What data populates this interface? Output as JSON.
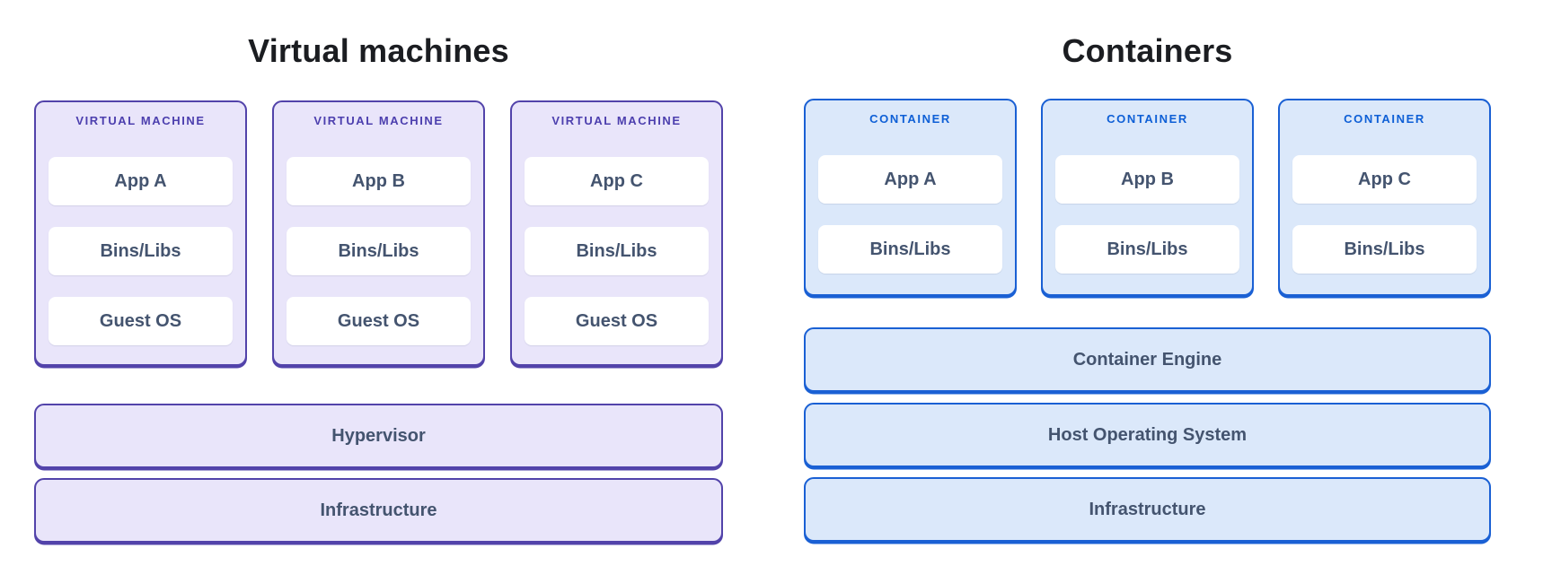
{
  "colors": {
    "purple_fill": "#E9E5FA",
    "purple_border": "#5243AA",
    "purple_label": "#4C3FAE",
    "blue_fill": "#DBE8FA",
    "blue_border": "#1A60D4",
    "blue_label": "#0E5FD6",
    "inner_text": "#44546F",
    "title_text": "#1B1D21"
  },
  "left": {
    "title": "Virtual machines",
    "boxes": [
      {
        "header": "VIRTUAL MACHINE",
        "rows": [
          "App A",
          "Bins/Libs",
          "Guest OS"
        ]
      },
      {
        "header": "VIRTUAL MACHINE",
        "rows": [
          "App B",
          "Bins/Libs",
          "Guest OS"
        ]
      },
      {
        "header": "VIRTUAL MACHINE",
        "rows": [
          "App C",
          "Bins/Libs",
          "Guest OS"
        ]
      }
    ],
    "bars": [
      "Hypervisor",
      "Infrastructure"
    ]
  },
  "right": {
    "title": "Containers",
    "boxes": [
      {
        "header": "CONTAINER",
        "rows": [
          "App A",
          "Bins/Libs"
        ]
      },
      {
        "header": "CONTAINER",
        "rows": [
          "App B",
          "Bins/Libs"
        ]
      },
      {
        "header": "CONTAINER",
        "rows": [
          "App C",
          "Bins/Libs"
        ]
      }
    ],
    "bars": [
      "Container Engine",
      "Host Operating System",
      "Infrastructure"
    ]
  }
}
